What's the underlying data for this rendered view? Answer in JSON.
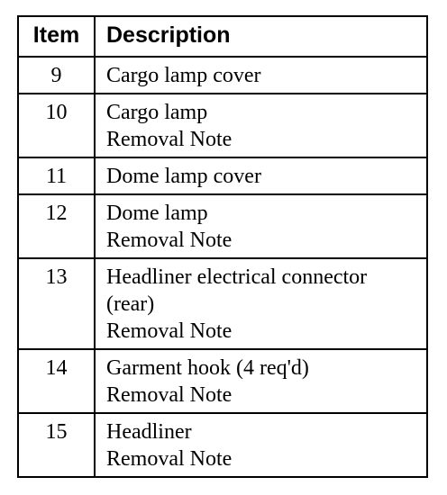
{
  "table": {
    "headers": {
      "item": "Item",
      "description": "Description"
    },
    "rows": [
      {
        "item": "9",
        "lines": [
          "Cargo lamp cover"
        ]
      },
      {
        "item": "10",
        "lines": [
          "Cargo lamp",
          "Removal Note"
        ]
      },
      {
        "item": "11",
        "lines": [
          "Dome lamp cover"
        ]
      },
      {
        "item": "12",
        "lines": [
          "Dome lamp",
          "Removal Note"
        ]
      },
      {
        "item": "13",
        "lines": [
          "Headliner electrical connector",
          "(rear)",
          "Removal Note"
        ]
      },
      {
        "item": "14",
        "lines": [
          "Garment hook (4 req'd)",
          "Removal Note"
        ]
      },
      {
        "item": "15",
        "lines": [
          "Headliner",
          "Removal Note"
        ]
      }
    ]
  }
}
